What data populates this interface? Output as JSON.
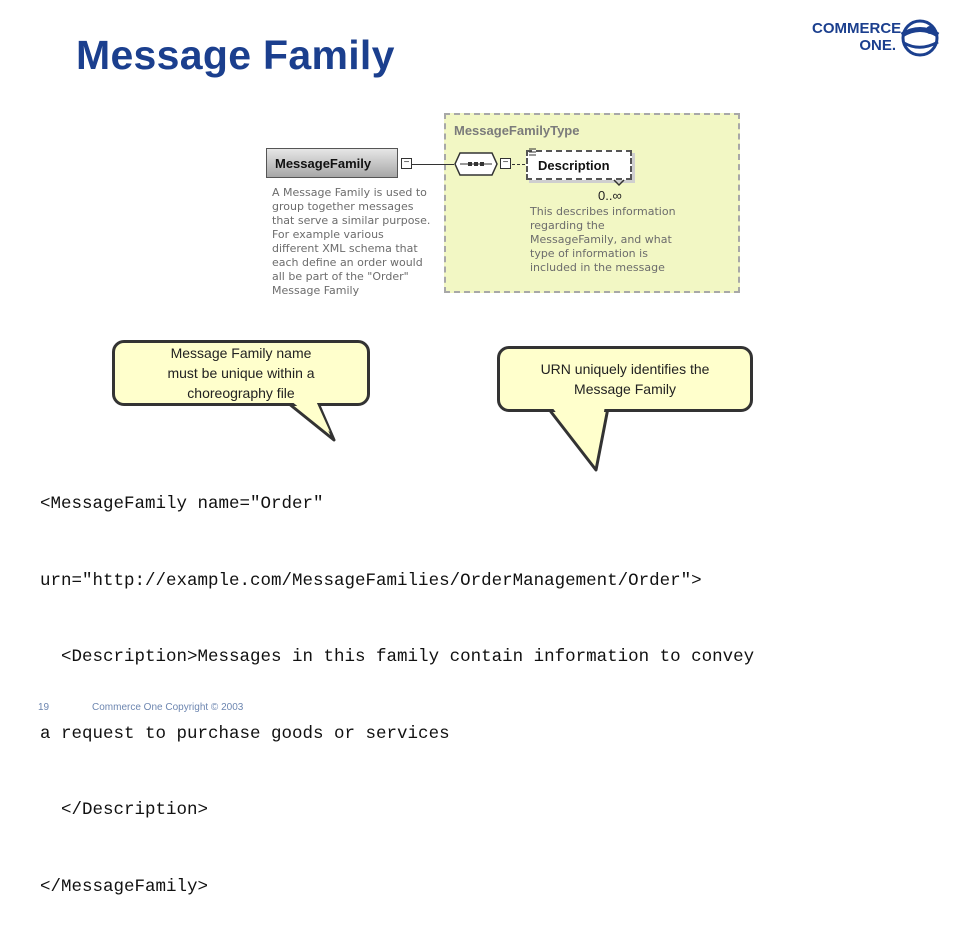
{
  "slide": {
    "title": "Message Family",
    "page_number": "19",
    "copyright": "Commerce One Copyright © 2003"
  },
  "logo": {
    "line1": "COMMERCE",
    "line2": "ONE."
  },
  "diagram": {
    "type_name": "MessageFamilyType",
    "element_name": "MessageFamily",
    "child_name": "Description",
    "multiplicity": "0..∞",
    "element_doc": [
      "A Message Family is used to",
      "group together messages",
      "that serve a similar purpose.",
      "For example various",
      "different XML schema that",
      "each define an order would",
      "all be part of the \"Order\"",
      "Message Family"
    ],
    "child_doc": [
      "This describes information",
      "regarding the",
      "MessageFamily, and what",
      "type of information is",
      "included in the message"
    ]
  },
  "callouts": {
    "name_note": [
      "Message Family name",
      "must be unique within a",
      "choreography file"
    ],
    "urn_note": [
      "URN uniquely identifies the",
      "Message Family"
    ]
  },
  "code": {
    "lines": [
      "<MessageFamily name=\"Order\"",
      "urn=\"http://example.com/MessageFamilies/OrderManagement/Order\">",
      "  <Description>Messages in this family contain information to convey",
      "a request to purchase goods or services",
      "  </Description>",
      "</MessageFamily>"
    ]
  },
  "colors": {
    "title": "#1b3f8e",
    "callout_fill": "#ffffcc",
    "type_fill": "#f2f7c4"
  }
}
